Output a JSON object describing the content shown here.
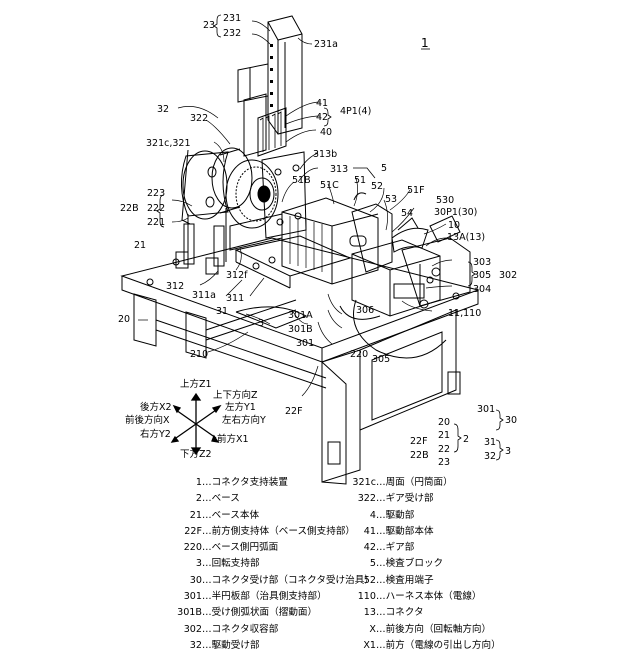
{
  "figure": {
    "number": "1"
  },
  "callouts": [
    "23",
    "231",
    "232",
    "231a",
    "32",
    "322",
    "321c,321",
    "41",
    "42",
    "4P1(4)",
    "40",
    "313b",
    "313",
    "5",
    "51B",
    "51C",
    "51",
    "52",
    "51F",
    "53",
    "530",
    "30P1(30)",
    "54",
    "10",
    "13A(13)",
    "223",
    "222",
    "22B",
    "221",
    "21",
    "303",
    "305",
    "302",
    "304",
    "312f",
    "312",
    "311a",
    "311",
    "11,110",
    "301A",
    "301B",
    "306",
    "301",
    "3",
    "20",
    "31",
    "220",
    "305",
    "210",
    "22F",
    "上方Z1",
    "上下方向Z",
    "後方X2",
    "左方Y1",
    "前後方向X",
    "左右方向Y",
    "右方Y2",
    "前方X1",
    "下方Z2",
    "20",
    "21",
    "22",
    "23",
    "22F",
    "22B",
    "2",
    "301",
    "30",
    "31",
    "32",
    "3"
  ],
  "legend_left": [
    {
      "code": "1",
      "text": "コネクタ支持装置"
    },
    {
      "code": "2",
      "text": "ベース"
    },
    {
      "code": "21",
      "text": "ベース本体"
    },
    {
      "code": "22F",
      "text": "前方側支持体（ベース側支持部）"
    },
    {
      "code": "220",
      "text": "ベース側円弧面"
    },
    {
      "code": "3",
      "text": "回転支持部"
    },
    {
      "code": "30",
      "text": "コネクタ受け部（コネクタ受け治具）"
    },
    {
      "code": "301",
      "text": "半円板部（治具側支持部）"
    },
    {
      "code": "301B",
      "text": "受け側弧状面（摺動面）"
    },
    {
      "code": "302",
      "text": "コネクタ収容部"
    },
    {
      "code": "32",
      "text": "駆動受け部"
    }
  ],
  "legend_right": [
    {
      "code": "321c",
      "text": "周面（円筒面）"
    },
    {
      "code": "322",
      "text": "ギア受け部"
    },
    {
      "code": "4",
      "text": "駆動部"
    },
    {
      "code": "41",
      "text": "駆動部本体"
    },
    {
      "code": "42",
      "text": "ギア部"
    },
    {
      "code": "5",
      "text": "検査ブロック"
    },
    {
      "code": "52",
      "text": "検査用端子"
    },
    {
      "code": "110",
      "text": "ハーネス本体（電線）"
    },
    {
      "code": "13",
      "text": "コネクタ"
    },
    {
      "code": "X",
      "text": "前後方向（回転軸方向）"
    },
    {
      "code": "X1",
      "text": "前方（電線の引出し方向）"
    }
  ]
}
